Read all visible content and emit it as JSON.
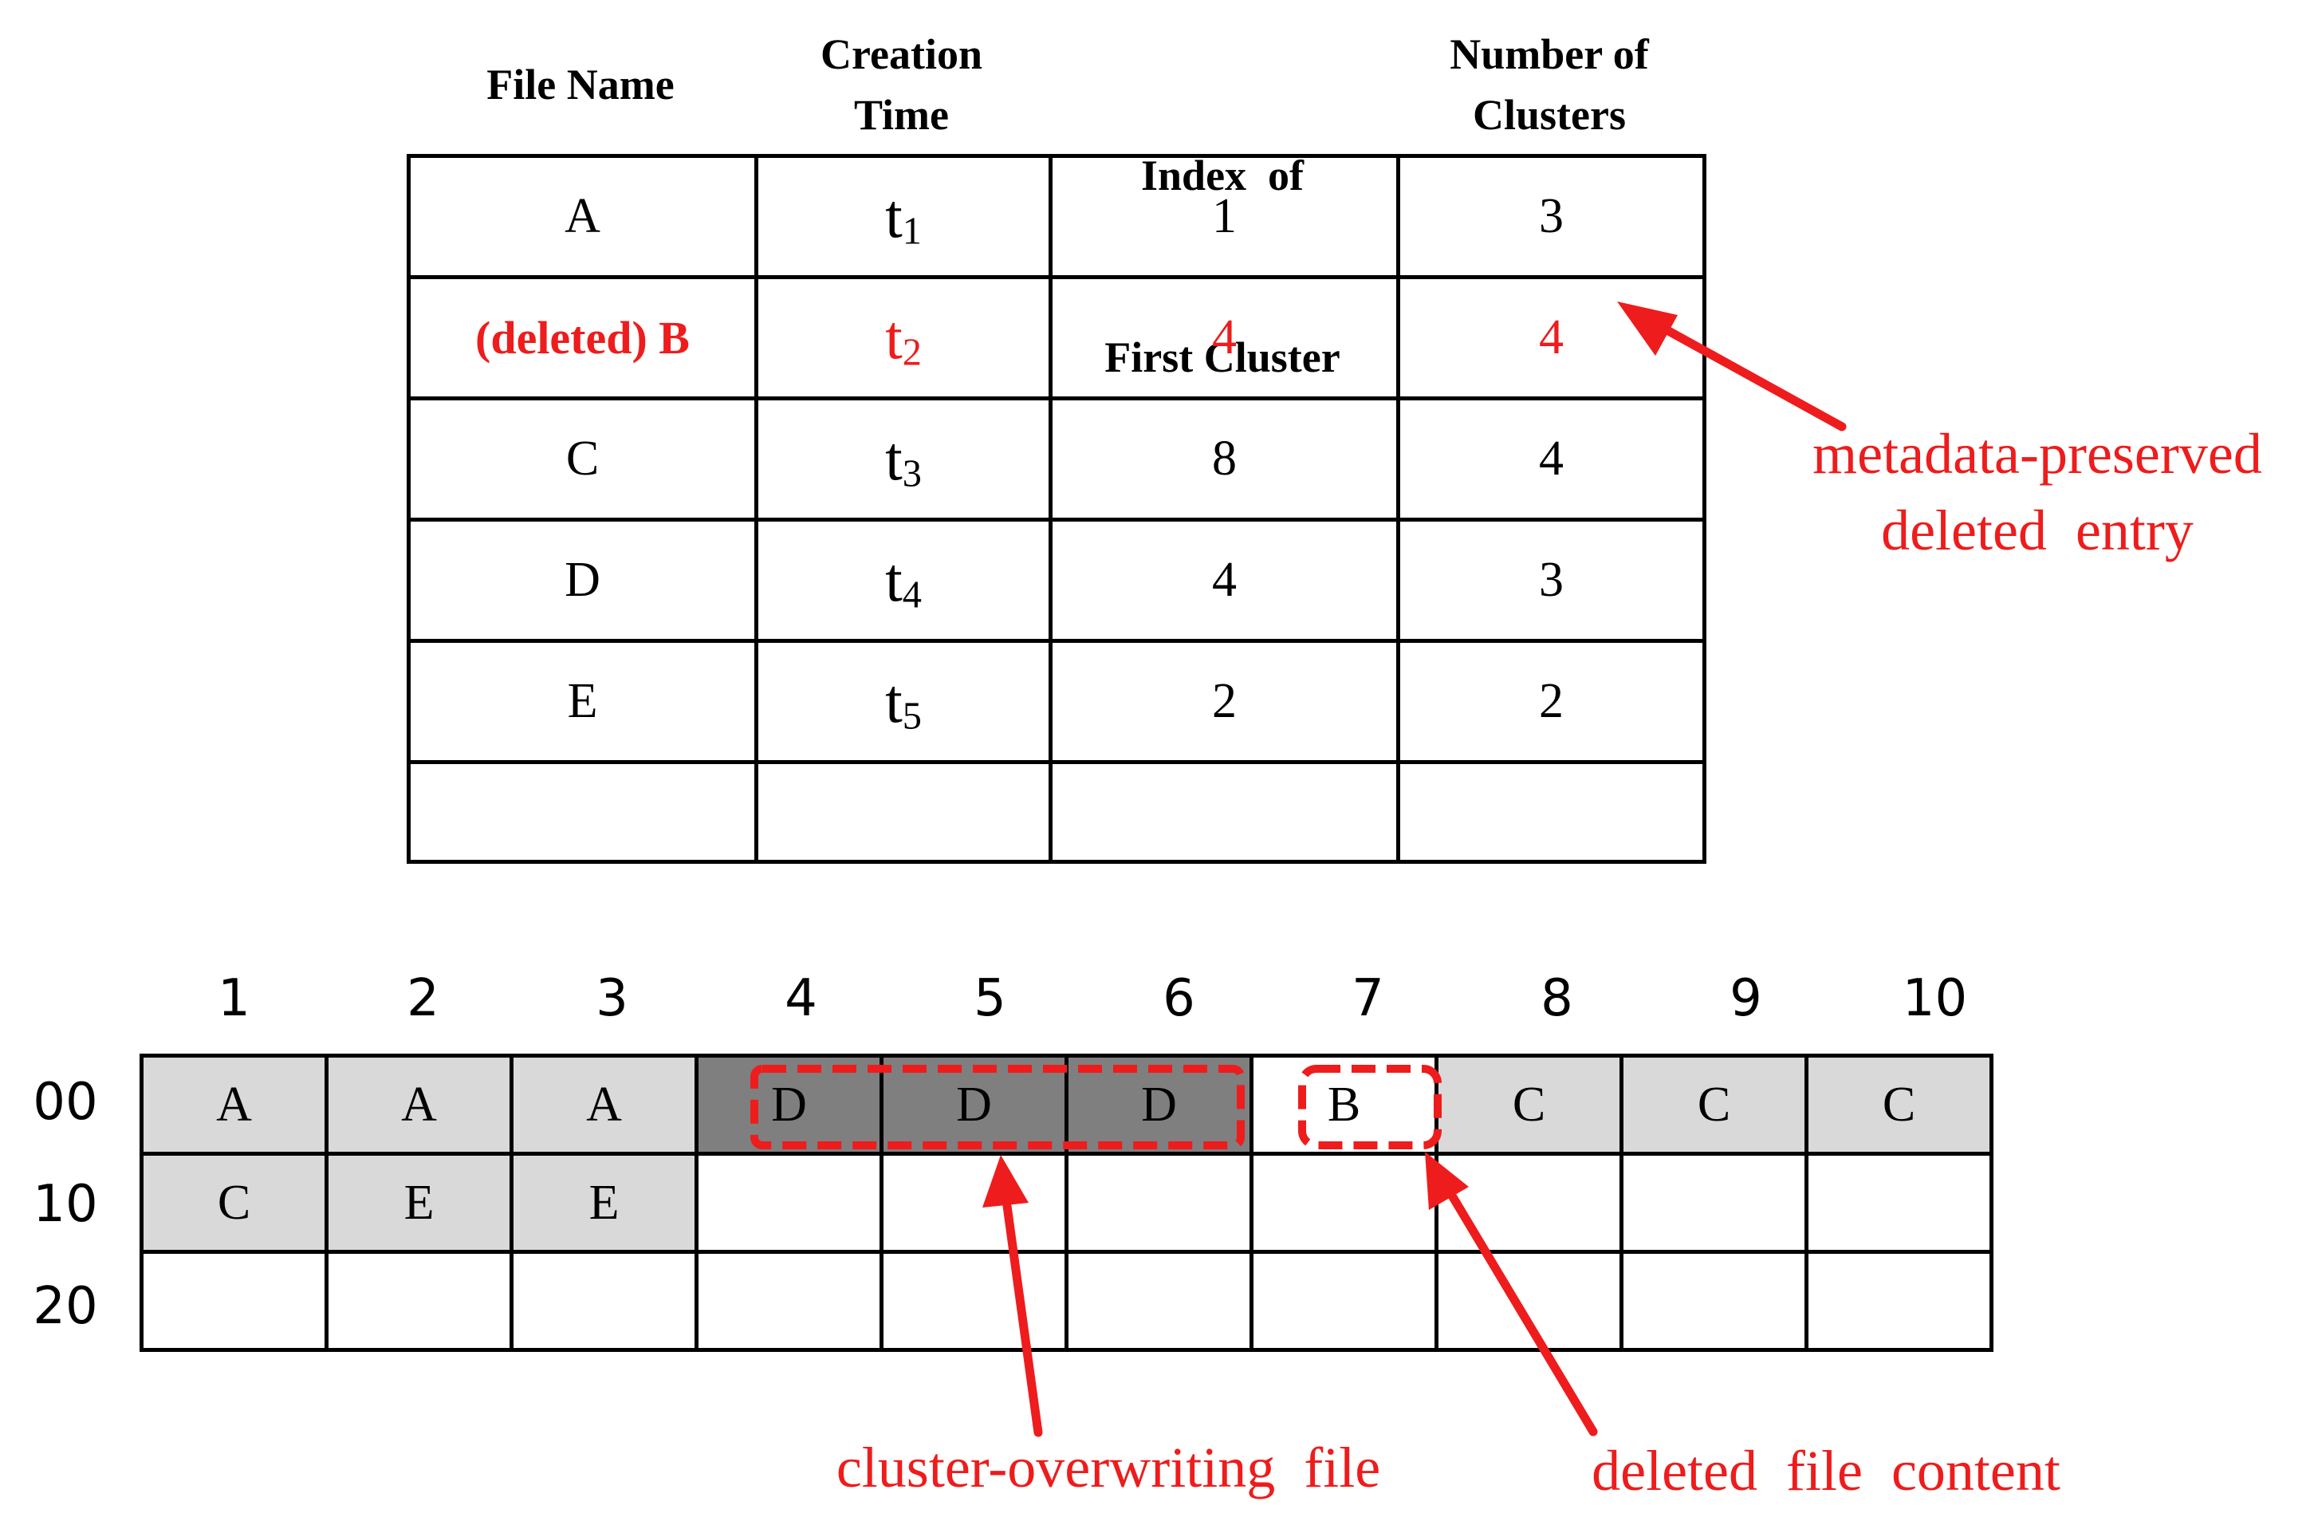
{
  "table": {
    "headers": [
      [
        "File Name"
      ],
      [
        "Creation",
        "Time"
      ],
      [
        "Index  of",
        "First Cluster"
      ],
      [
        "Number of",
        "Clusters"
      ]
    ],
    "rows": [
      {
        "name": "A",
        "time": "t",
        "time_sub": "1",
        "first": "1",
        "count": "3",
        "deleted": false
      },
      {
        "name": "(deleted) B",
        "time": "t",
        "time_sub": "2",
        "first": "4",
        "count": "4",
        "deleted": true
      },
      {
        "name": "C",
        "time": "t",
        "time_sub": "3",
        "first": "8",
        "count": "4",
        "deleted": false
      },
      {
        "name": "D",
        "time": "t",
        "time_sub": "4",
        "first": "4",
        "count": "3",
        "deleted": false
      },
      {
        "name": "E",
        "time": "t",
        "time_sub": "5",
        "first": "2",
        "count": "2",
        "deleted": false
      },
      {
        "name": "",
        "time": "",
        "time_sub": "",
        "first": "",
        "count": "",
        "deleted": false
      }
    ]
  },
  "grid": {
    "column_numbers": [
      "1",
      "2",
      "3",
      "4",
      "5",
      "6",
      "7",
      "8",
      "9",
      "10"
    ],
    "row_numbers": [
      "00",
      "10",
      "20"
    ],
    "cells": [
      [
        "A",
        "A",
        "A",
        "D",
        "D",
        "D",
        "B",
        "C",
        "C",
        "C"
      ],
      [
        "C",
        "E",
        "E",
        "",
        "",
        "",
        "",
        "",
        "",
        ""
      ],
      [
        "",
        "",
        "",
        "",
        "",
        "",
        "",
        "",
        "",
        ""
      ]
    ],
    "shading": [
      [
        "light",
        "light",
        "light",
        "dark",
        "dark",
        "dark",
        "none",
        "light",
        "light",
        "light"
      ],
      [
        "light",
        "light",
        "light",
        "none",
        "none",
        "none",
        "none",
        "none",
        "none",
        "none"
      ],
      [
        "none",
        "none",
        "none",
        "none",
        "none",
        "none",
        "none",
        "none",
        "none",
        "none"
      ]
    ]
  },
  "annotations": {
    "metadata_line1": "metadata-preserved",
    "metadata_line2": "deleted  entry",
    "overwriting": "cluster-overwriting  file",
    "deleted_content": "deleted  file  content"
  },
  "colors": {
    "annotation": "#ee1c1c",
    "light_cell": "#d9d9d9",
    "dark_cell": "#7f7f7f"
  }
}
